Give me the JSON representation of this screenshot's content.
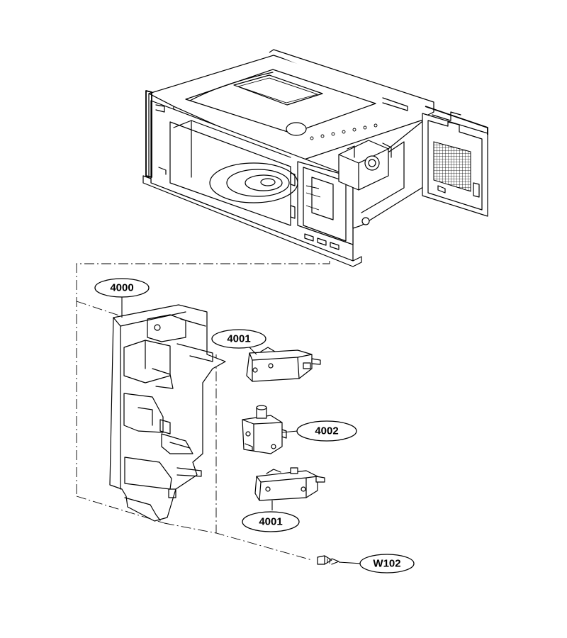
{
  "callouts": [
    {
      "id": "latch-board",
      "label": "4000"
    },
    {
      "id": "switch-top",
      "label": "4001"
    },
    {
      "id": "switch-middle",
      "label": "4002"
    },
    {
      "id": "switch-bottom",
      "label": "4001"
    },
    {
      "id": "screw",
      "label": "W102"
    }
  ]
}
